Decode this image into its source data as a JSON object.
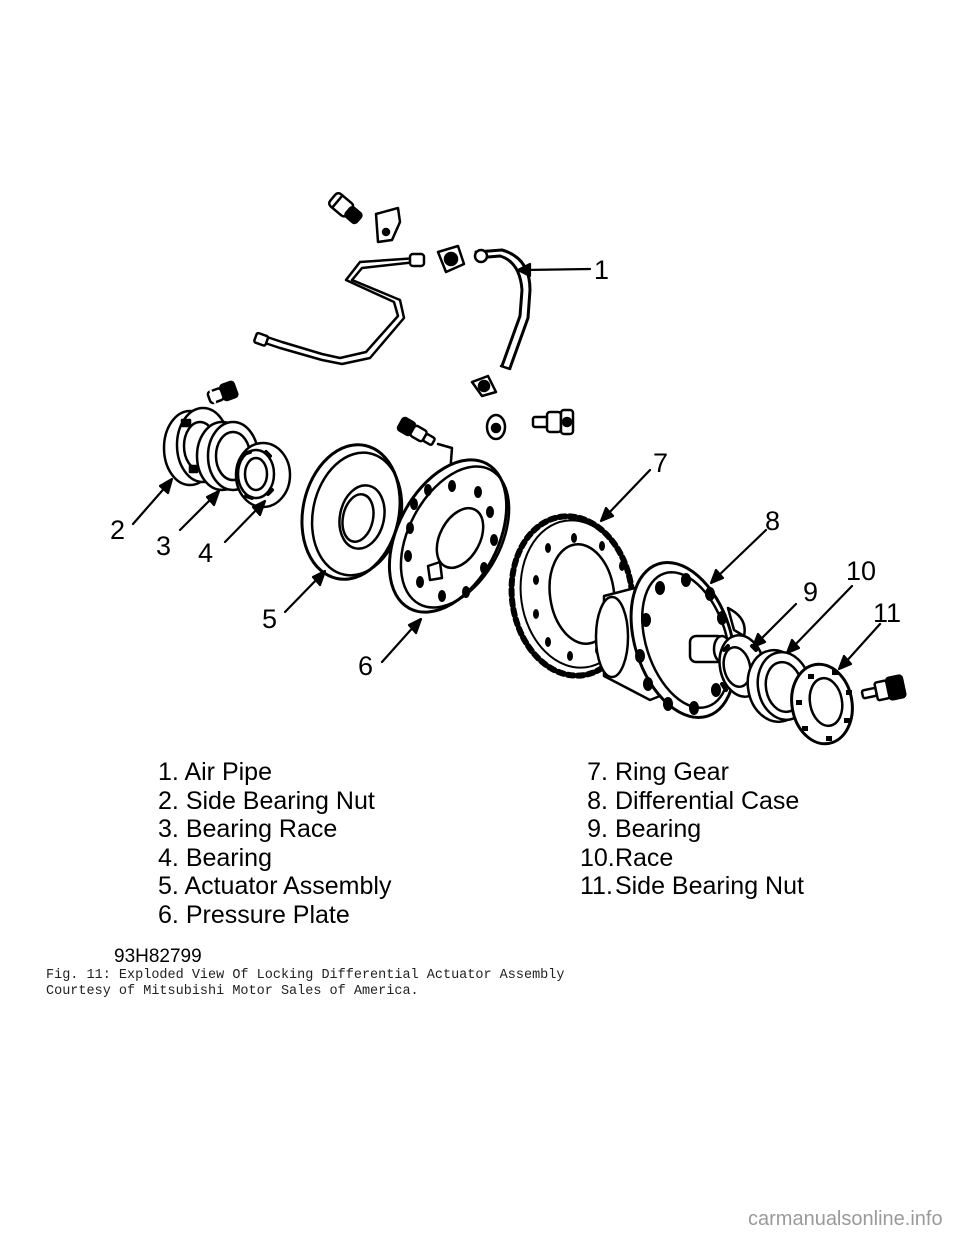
{
  "callouts": [
    "1",
    "2",
    "3",
    "4",
    "5",
    "6",
    "7",
    "8",
    "9",
    "10",
    "11"
  ],
  "legend": {
    "left": [
      {
        "num": "1.",
        "label": "Air Pipe"
      },
      {
        "num": "2.",
        "label": "Side Bearing Nut"
      },
      {
        "num": "3.",
        "label": "Bearing Race"
      },
      {
        "num": "4.",
        "label": "Bearing"
      },
      {
        "num": "5.",
        "label": "Actuator Assembly"
      },
      {
        "num": "6.",
        "label": "Pressure Plate"
      }
    ],
    "right": [
      {
        "num": "7.",
        "label": "Ring Gear"
      },
      {
        "num": "8.",
        "label": "Differential Case"
      },
      {
        "num": "9.",
        "label": "Bearing"
      },
      {
        "num": "10.",
        "label": "Race"
      },
      {
        "num": "11.",
        "label": "Side Bearing Nut"
      }
    ]
  },
  "ref_code": "93H82799",
  "caption": {
    "line1": "Fig. 11:  Exploded View Of Locking Differential Actuator Assembly",
    "line2": "Courtesy of Mitsubishi Motor Sales of America."
  },
  "watermark": "carmanualsonline.info"
}
